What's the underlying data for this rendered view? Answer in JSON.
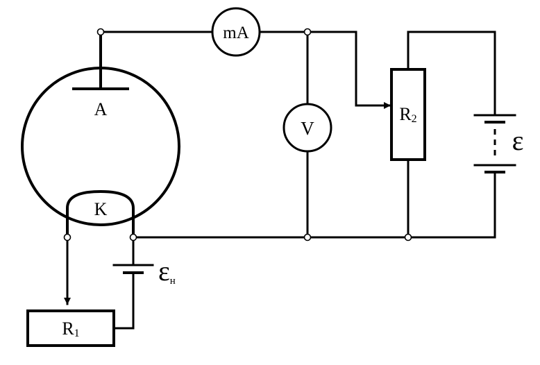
{
  "labels": {
    "anode": "A",
    "cathode": "K",
    "milliammeter": "mA",
    "voltmeter": "V",
    "resistor1": {
      "main": "R",
      "sub": "1"
    },
    "resistor2": {
      "main": "R",
      "sub": "2"
    },
    "emf_main": "ε",
    "emf_heater": {
      "main": "ε",
      "sub": "н"
    }
  },
  "colors": {
    "line": "#000000",
    "background": "#ffffff"
  }
}
